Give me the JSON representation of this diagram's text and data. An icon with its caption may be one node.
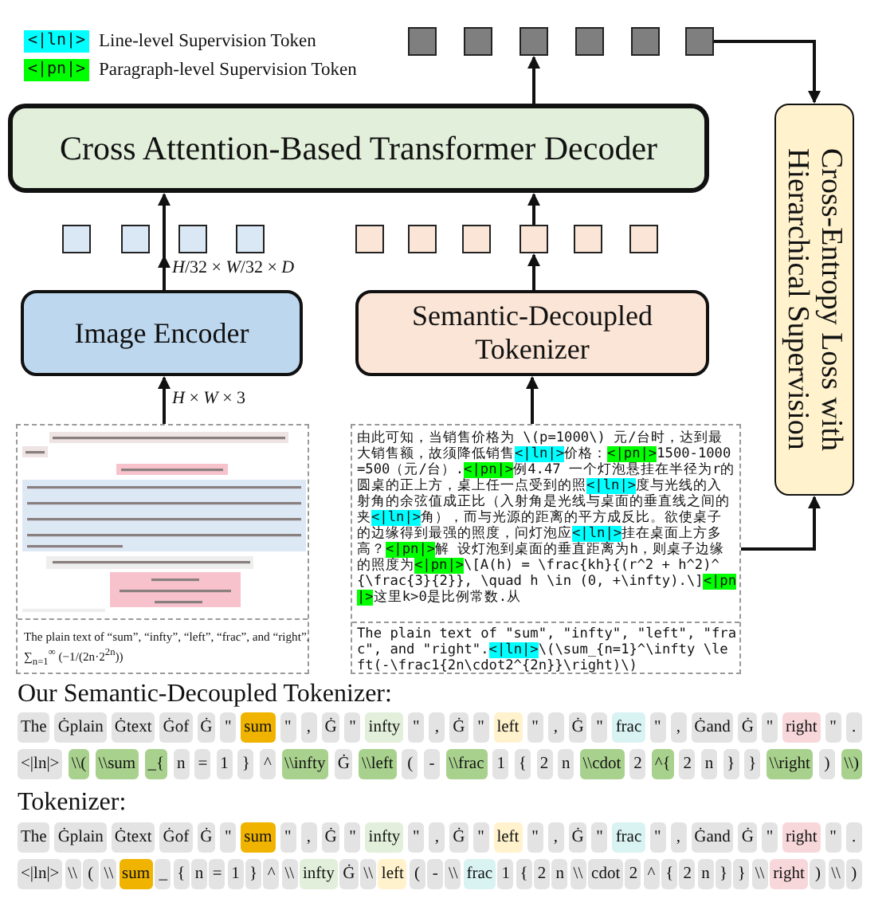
{
  "diagram": {
    "nodes": [
      {
        "text": [],
        "shape": "box"
      },
      {
        "text": [],
        "shape": "box"
      },
      {
        "text": [],
        "shape": "box"
      },
      {
        "text": [],
        "shape": "box"
      },
      {
        "text": [],
        "shape": "box"
      },
      {
        "text": [],
        "shape": "box"
      },
      {
        "text": [
          "Cross Attention-Based Transformer Decoder"
        ]
      },
      {
        "text": [
          "Cross-Entropy Loss with Hierarchical Supervision"
        ]
      },
      {
        "text": [],
        "shape": "box"
      },
      {
        "text": [],
        "shape": "box"
      },
      {
        "text": [],
        "shape": "box"
      },
      {
        "text": [],
        "shape": "box"
      },
      {
        "text": [],
        "shape": "box"
      },
      {
        "text": [],
        "shape": "box"
      },
      {
        "text": [],
        "shape": "box"
      },
      {
        "text": [],
        "shape": "box"
      },
      {
        "text": [],
        "shape": "box"
      },
      {
        "text": [],
        "shape": "box"
      },
      {
        "text": [
          "Image Encoder"
        ]
      },
      {
        "text": [
          "Semantic-Decoupled Tokenizer"
        ]
      },
      {
        "text": [
          "The plain text of “sum”, “infty”, “left”, “frac”, and “right”.",
          "∑$_{n=1}$$^{∞}$ (−1/(2n·2$^{2n}$))"
        ]
      },
      {
        "text": [
          "由此可知，当销售价格为 \\(p=1000\\) 元/台时，达到最大销售额，故须降低销售<|ln|>价格：<|pn|>1500-1000=500（元/台）.<|pn|>例4.47 一个灯泡悬挂在半径为r的圆桌的正上方，桌上任一点受到的照<|ln|>度与光线的入射角的余弦值成正比（入射角是光线与桌面的垂直线之间的夹<|ln|>角），而与光源的距离的平方成反比。欲使桌子的边缘得到最强的照度，问灯泡应<|ln|>挂在桌面上方多高？<|pn|>解 设灯泡到桌面的垂直距离为h，则桌子边缘的照度为<|pn|>\\[A(h) = \\frac{kh}{(r^2 + h^2)^{\\frac{3}{2}}, \\quad h \\in (0, +\\infty).\\]<|pn|>这里k>0是比例常数.从",
          "The plain text of \"sum\", \"infty\", \"left\", \"frac\", and \"right\".<|ln|>\\(\\sum_{n=1}^\\infty \\left(-\\frac1{2n\\cdot2^{2n}}\\right)\\)"
        ]
      }
    ],
    "edges": [
      {
        "from": 6,
        "to": 2,
        "arrow": "to"
      },
      {
        "from": 5,
        "to": 7,
        "arrow": "to"
      },
      {
        "from": 18,
        "to": 6,
        "arrow": "to",
        "label": "*H*/32 × *W*/32 × *D*"
      },
      {
        "from": 19,
        "to": 15,
        "arrow": "to"
      },
      {
        "from": 15,
        "to": 6,
        "arrow": "to"
      },
      {
        "from": 20,
        "to": 18,
        "arrow": "to",
        "label": "*H* × *W* × 3"
      },
      {
        "from": 21,
        "to": 19,
        "arrow": "to"
      },
      {
        "from": 21,
        "to": 7,
        "arrow": "to"
      }
    ],
    "labels": [
      "<|ln|>",
      "<|pn|>",
      "Our Semantic-Decoupled Tokenizer:",
      "The",
      "Ġplain",
      "Ġtext",
      "Ġof",
      "Ġ",
      "\"",
      "sum",
      "\"",
      ",",
      "Ġ",
      "\"",
      "infty",
      "\"",
      ",",
      "Ġ",
      "\"",
      "left",
      "\"",
      ",",
      "Ġ",
      "\"",
      "frac",
      "\"",
      ",",
      "Ġand",
      "Ġ",
      "\"",
      "right",
      "\"",
      ".",
      "<|ln|>",
      "\\\\(",
      "\\\\sum",
      "_{",
      "n",
      "=",
      "1",
      "}",
      "^",
      "\\\\infty",
      "Ġ",
      "\\\\left",
      "(",
      "-",
      "\\\\frac",
      "1",
      "{",
      "2",
      "n",
      "\\\\cdot",
      "2",
      "^{",
      "2",
      "n",
      "}",
      "}",
      "\\\\right",
      ")",
      "\\\\)",
      "Tokenizer:",
      "The",
      "Ġplain",
      "Ġtext",
      "Ġof",
      "Ġ",
      "\"",
      "sum",
      "\"",
      ",",
      "Ġ",
      "\"",
      "infty",
      "\"",
      ",",
      "Ġ",
      "\"",
      "left",
      "\"",
      ",",
      "Ġ",
      "\"",
      "frac",
      "\"",
      ",",
      "Ġand",
      "Ġ",
      "\"",
      "right",
      "\"",
      ".",
      "<|ln|>",
      "\\\\",
      "(",
      "\\\\",
      "sum",
      "_",
      "{",
      "n",
      "=",
      "1",
      "}",
      "^",
      "\\\\",
      "infty",
      "Ġ",
      "\\\\",
      "left",
      "(",
      "-",
      "\\\\",
      "frac",
      "1",
      "{",
      "2",
      "n",
      "\\\\",
      "cdot",
      "2",
      "^",
      "{",
      "2",
      "n",
      "}",
      "}",
      "\\\\",
      "right",
      ")",
      "\\\\",
      ")"
    ],
    "legend": [
      {
        "text": "Line-level Supervision Token",
        "color": "#00ffff"
      },
      {
        "text": "Paragraph-level Supervision Token",
        "color": "#00ff00"
      }
    ]
  }
}
